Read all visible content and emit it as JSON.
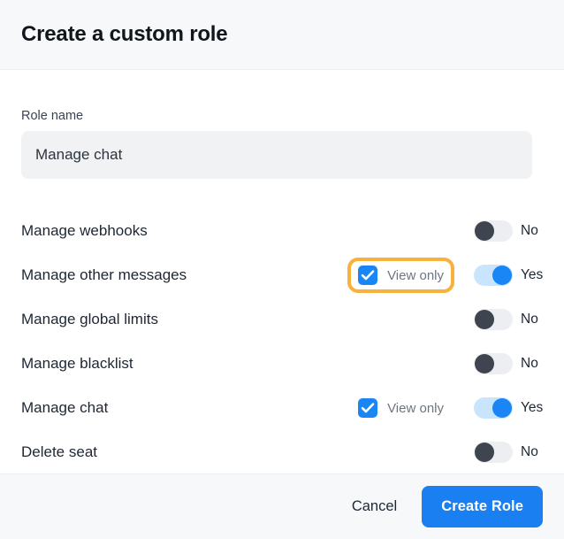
{
  "header": {
    "title": "Create a custom role"
  },
  "form": {
    "role_name_label": "Role name",
    "role_name_value": "Manage chat",
    "role_name_placeholder": "Role name"
  },
  "permissions": [
    {
      "label": "Manage webhooks",
      "has_view_only": false,
      "view_only_label": "View only",
      "view_only_checked": false,
      "toggle_state": "off",
      "toggle_label": "No",
      "highlighted": false
    },
    {
      "label": "Manage other messages",
      "has_view_only": true,
      "view_only_label": "View only",
      "view_only_checked": true,
      "toggle_state": "on",
      "toggle_label": "Yes",
      "highlighted": true
    },
    {
      "label": "Manage global limits",
      "has_view_only": false,
      "view_only_label": "View only",
      "view_only_checked": false,
      "toggle_state": "off",
      "toggle_label": "No",
      "highlighted": false
    },
    {
      "label": "Manage blacklist",
      "has_view_only": false,
      "view_only_label": "View only",
      "view_only_checked": false,
      "toggle_state": "off",
      "toggle_label": "No",
      "highlighted": false
    },
    {
      "label": "Manage chat",
      "has_view_only": true,
      "view_only_label": "View only",
      "view_only_checked": true,
      "toggle_state": "on",
      "toggle_label": "Yes",
      "highlighted": false
    },
    {
      "label": "Delete seat",
      "has_view_only": false,
      "view_only_label": "View only",
      "view_only_checked": false,
      "toggle_state": "off",
      "toggle_label": "No",
      "highlighted": false
    }
  ],
  "footer": {
    "cancel_label": "Cancel",
    "create_label": "Create Role"
  },
  "colors": {
    "accent_blue": "#1a7ff0",
    "toggle_on_blue": "#1a86f5",
    "toggle_off_knob": "#3e4450",
    "highlight_amber": "#f7b13c",
    "chrome_bg": "#f7f8fa",
    "input_bg": "#f1f2f4"
  }
}
